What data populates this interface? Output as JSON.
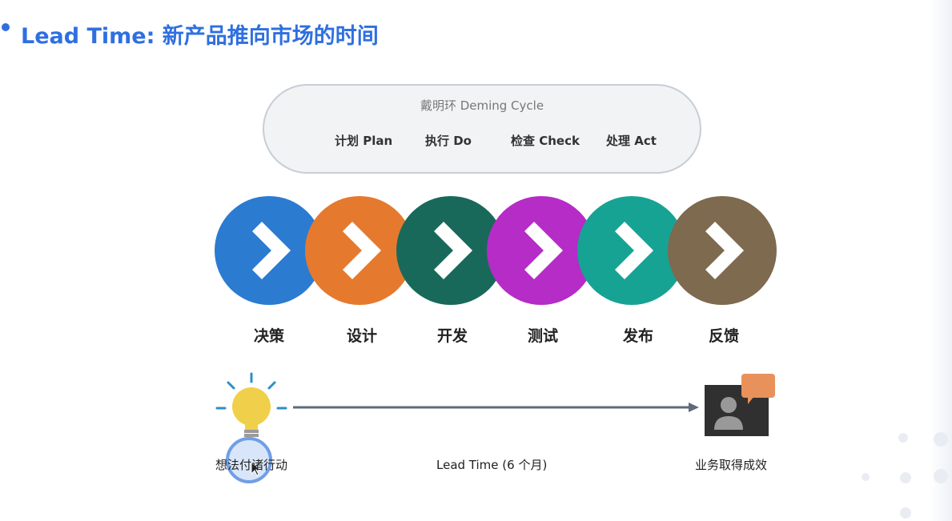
{
  "title": "Lead Time: 新产品推向市场的时间",
  "deming": {
    "title": "戴明环 Deming Cycle",
    "phases": [
      "计划 Plan",
      "执行 Do",
      "检查 Check",
      "处理 Act"
    ]
  },
  "stages": [
    {
      "label": "决策",
      "color": "#2b7bd1"
    },
    {
      "label": "设计",
      "color": "#e57a2f"
    },
    {
      "label": "开发",
      "color": "#19695a"
    },
    {
      "label": "测试",
      "color": "#b52cc6"
    },
    {
      "label": "发布",
      "color": "#17a394"
    },
    {
      "label": "反馈",
      "color": "#7d6a4f"
    }
  ],
  "timeline": {
    "start_label": "想法付诸行动",
    "middle_label": "Lead Time (6 个月)",
    "end_label": "业务取得成效",
    "start_icon": "lightbulb-icon",
    "end_icon": "person-speech-icon"
  }
}
